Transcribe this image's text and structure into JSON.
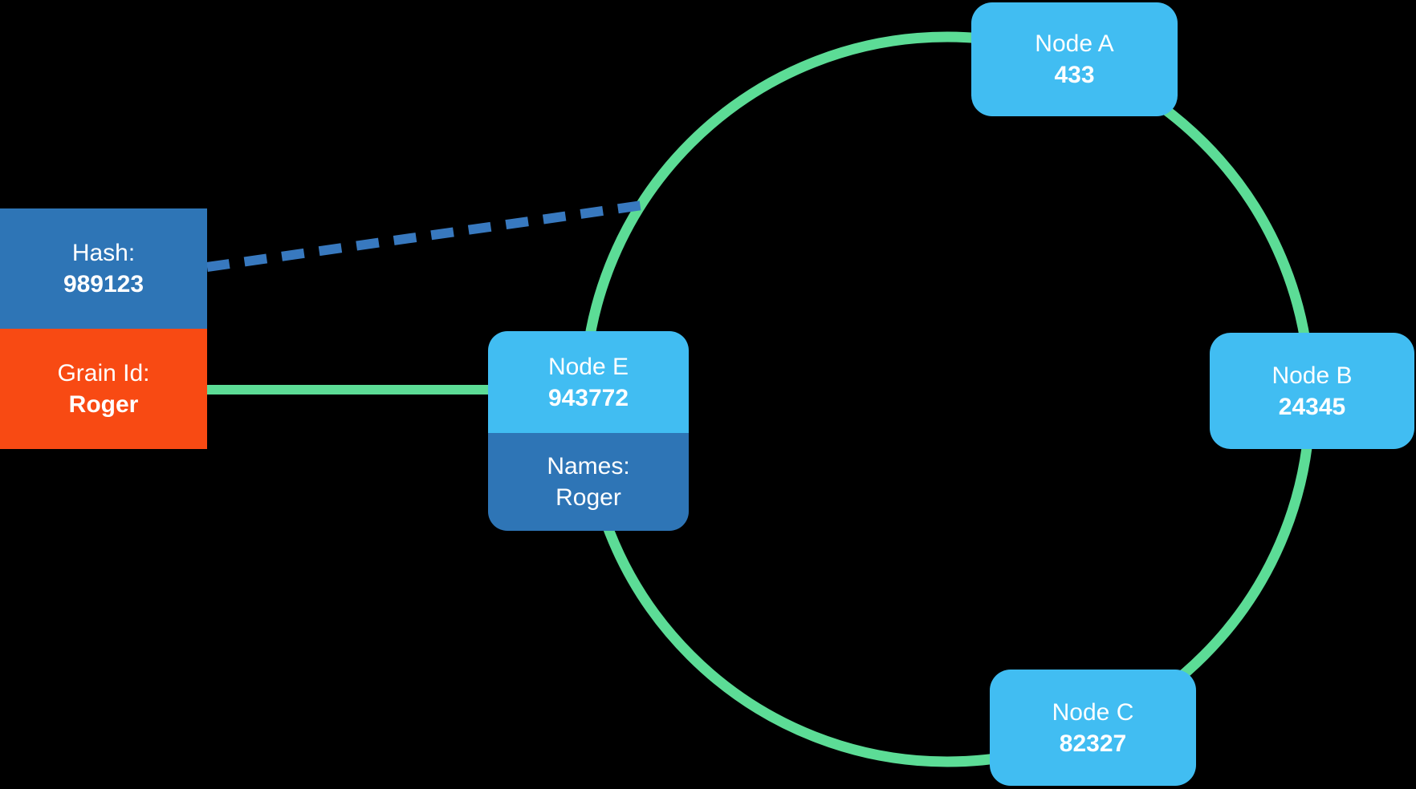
{
  "diagram": {
    "type": "consistent-hash-ring",
    "request": {
      "hash_label": "Hash:",
      "hash_value": "989123",
      "grain_label": "Grain Id:",
      "grain_value": "Roger"
    },
    "ring_nodes": [
      {
        "id": "node-a",
        "label": "Node A",
        "value": "433"
      },
      {
        "id": "node-b",
        "label": "Node B",
        "value": "24345"
      },
      {
        "id": "node-c",
        "label": "Node C",
        "value": "82327"
      }
    ],
    "node_e": {
      "label": "Node E",
      "value": "943772",
      "names_label": "Names:",
      "names_value": "Roger"
    },
    "edges": {
      "hash_to_ring": "dashed",
      "grain_to_node_e": "solid"
    },
    "colors": {
      "background": "#000000",
      "ring_green": "#5CDC96",
      "node_light_blue": "#41BDF2",
      "panel_dark_blue": "#2E75B6",
      "grain_orange": "#F84A13",
      "dashed_line_blue": "#3879BF",
      "text_white": "#FFFFFF"
    }
  }
}
